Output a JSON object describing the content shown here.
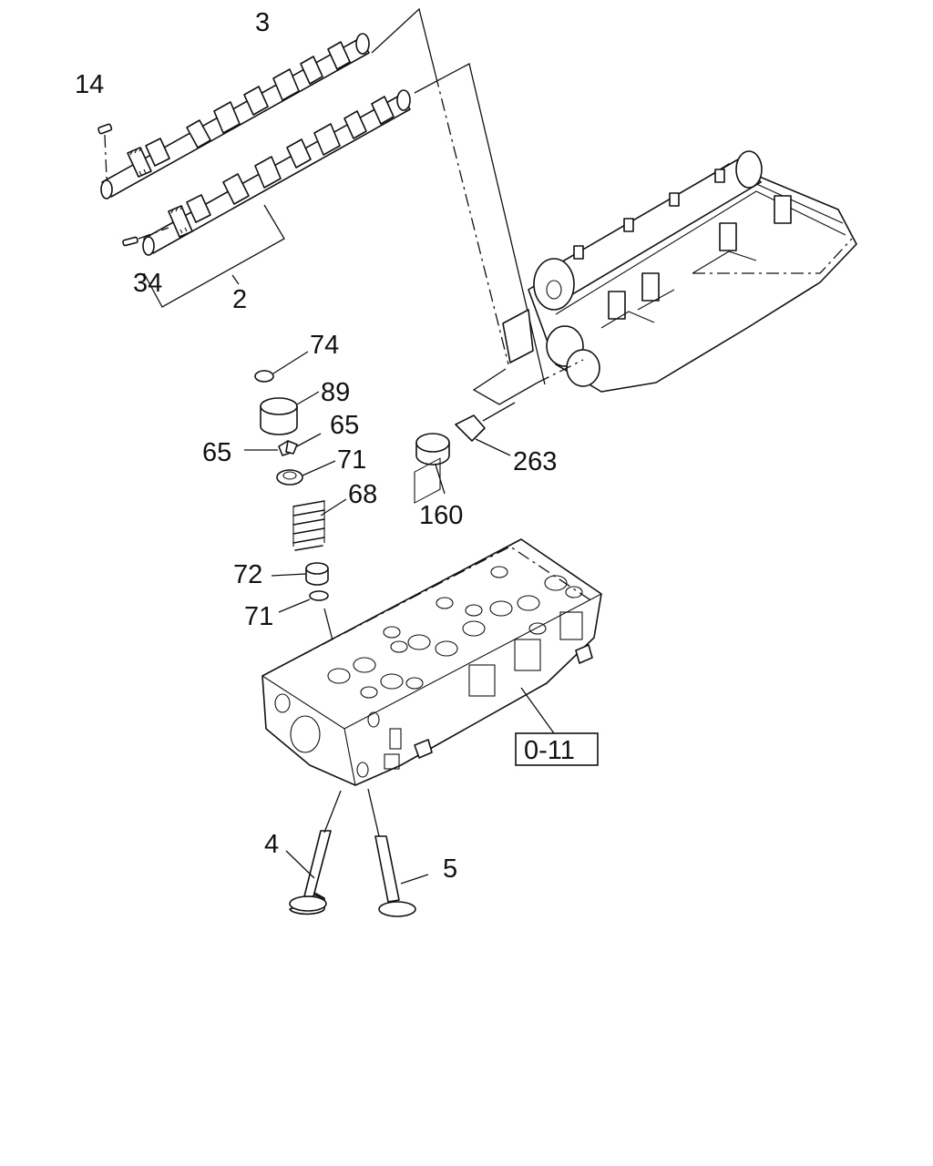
{
  "callouts": {
    "c3": "3",
    "c14": "14",
    "c34": "34",
    "c2": "2",
    "c74": "74",
    "c89": "89",
    "c65a": "65",
    "c65b": "65",
    "c71a": "71",
    "c68": "68",
    "c72": "72",
    "c71b": "71",
    "c160": "160",
    "c263": "263",
    "c4": "4",
    "c5": "5"
  },
  "reference_box": "0-11"
}
